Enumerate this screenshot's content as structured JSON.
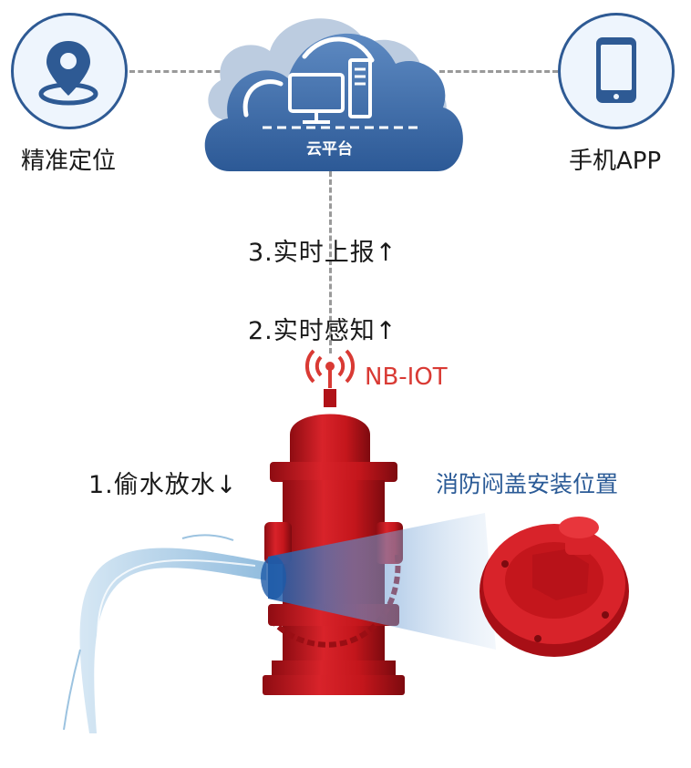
{
  "nodes": {
    "location": {
      "label": "精准定位",
      "icon": "location-pin-icon"
    },
    "cloud": {
      "label": "云平台",
      "icon": "cloud-server-icon"
    },
    "app": {
      "label": "手机APP",
      "icon": "smartphone-icon"
    }
  },
  "steps": {
    "report": "3.实时上报↑",
    "sense": "2.实时感知↑",
    "theft": "1.偷水放水↓"
  },
  "signal": {
    "label": "NB-IOT",
    "icon": "wireless-signal-icon"
  },
  "install_label": "消防闷盖安装位置",
  "colors": {
    "primary_blue": "#2e5a94",
    "alert_red": "#d93a34",
    "hydrant_red": "#c4161c",
    "text": "#1a1a1a"
  }
}
